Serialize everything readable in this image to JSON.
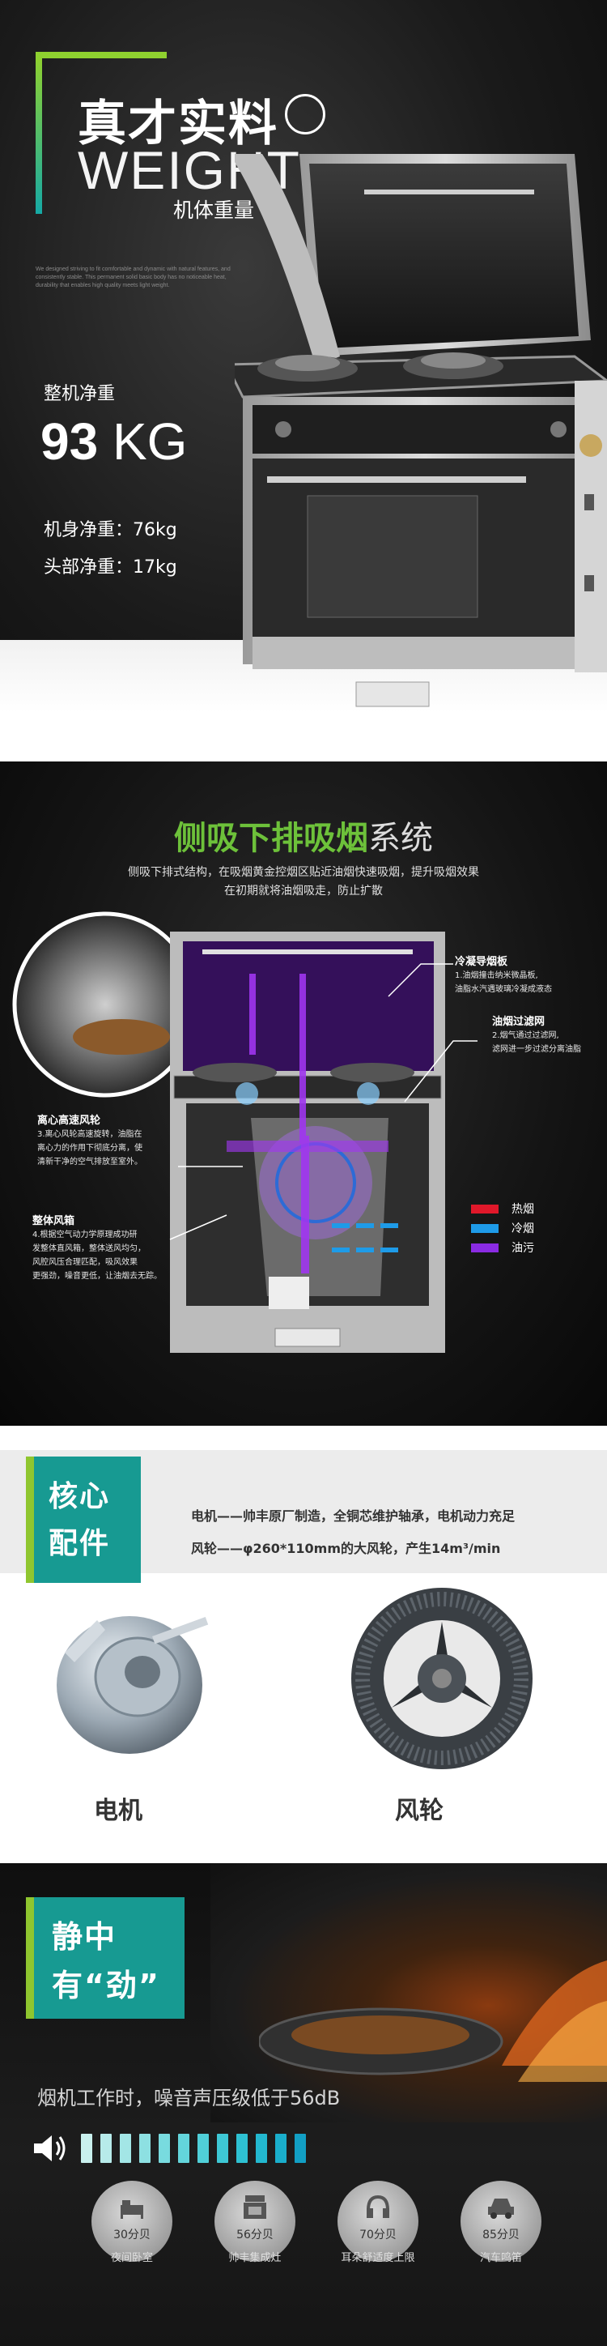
{
  "weight_section": {
    "title": "真才实料",
    "title_en": "WEIGHT",
    "subtitle": "机体重量",
    "fine_print": "We designed striving to fit comfortable and dynamic with natural features, and consistently stable. This permanent solid basic body has no noticeable heat, durability that enables high quality meets light weight.",
    "net_weight_label": "整机净重",
    "net_weight_value": "93",
    "net_weight_unit": "KG",
    "body_weight": "机身净重：76kg",
    "head_weight": "头部净重：17kg",
    "frame_gradient": [
      "#8fd12f",
      "#15a9a6"
    ]
  },
  "suction_section": {
    "title_green": "侧吸下排吸烟",
    "title_white": "系统",
    "desc_line1": "侧吸下排式结构，在吸烟黄金控烟区贴近油烟快速吸烟，提升吸烟效果",
    "desc_line2": "在初期就将油烟吸走，防止扩散",
    "callouts": [
      {
        "title": "冷凝导烟板",
        "lines": [
          "1.油烟撞击纳米微晶板,",
          "油脂水汽遇玻璃冷凝成液态"
        ]
      },
      {
        "title": "油烟过滤网",
        "lines": [
          "2.烟气通过过滤网,",
          "滤网进一步过滤分离油脂"
        ]
      },
      {
        "title": "离心高速风轮",
        "lines": [
          "3.离心风轮高速旋转，油脂在",
          "离心力的作用下彻底分离，使",
          "清新干净的空气排放至室外。"
        ]
      },
      {
        "title": "整体风箱",
        "lines": [
          "4.根据空气动力学原理成功研",
          "发整体直风箱，整体送风均匀，",
          "风腔风压合理匹配，吸风效果",
          "更强劲，噪音更低，让油烟去无踪。"
        ]
      }
    ],
    "legend": [
      {
        "label": "热烟",
        "color": "#e0182a"
      },
      {
        "label": "冷烟",
        "color": "#1e9be8"
      },
      {
        "label": "油污",
        "color": "#8a2be2"
      }
    ]
  },
  "core_section": {
    "badge_line1": "核心",
    "badge_line2": "配件",
    "spec_line1": "电机——帅丰原厂制造，全铜芯维护轴承，电机动力充足",
    "spec_line2": "风轮——φ260*110mm的大风轮，产生14m³/min",
    "motor_caption": "电机",
    "wheel_caption": "风轮"
  },
  "quiet_section": {
    "badge_line1": "静中",
    "badge_line2": "有“劲”",
    "noise_text": "烟机工作时，噪音声压级低于56dB",
    "bar_count": 12,
    "bar_colors": [
      "#c9f0ee",
      "#b7ebea",
      "#a3e6e6",
      "#8de0e2",
      "#78dbdf",
      "#63d5db",
      "#50cfd8",
      "#3ec8d5",
      "#2ec1d2",
      "#23b8cf",
      "#1aaecb",
      "#129fc4"
    ],
    "levels": [
      {
        "value": "30分贝",
        "label": "夜间卧室",
        "icon": "bed-icon"
      },
      {
        "value": "56分贝",
        "label": "帅丰集成灶",
        "icon": "stove-icon"
      },
      {
        "value": "70分贝",
        "label": "耳朵舒适度上限",
        "icon": "headphones-icon"
      },
      {
        "value": "85分贝",
        "label": "汽车鸣笛",
        "icon": "car-icon"
      }
    ]
  }
}
